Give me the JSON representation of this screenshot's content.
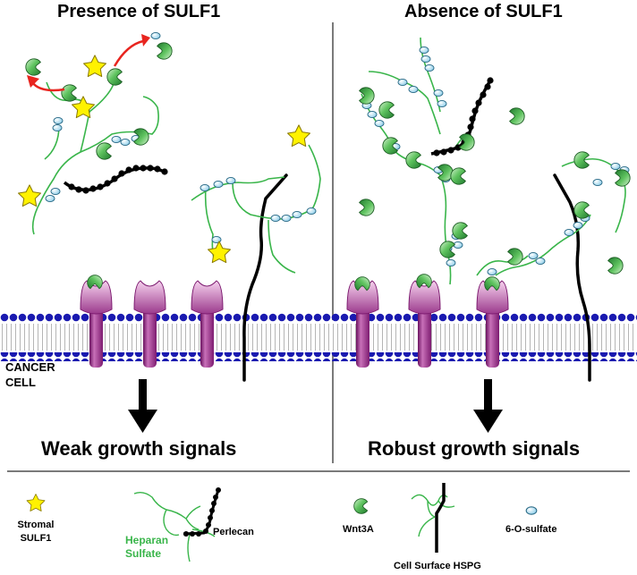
{
  "panels": {
    "left": {
      "title": "Presence of SULF1",
      "signal": "Weak growth signals"
    },
    "right": {
      "title": "Absence of SULF1",
      "signal": "Robust growth signals"
    }
  },
  "cell_label": {
    "line1": "CANCER",
    "line2": "CELL"
  },
  "legend": {
    "sulf1_line1": "Stromal",
    "sulf1_line2": "SULF1",
    "hs_line1": "Heparan",
    "hs_line2": "Sulfate",
    "perlecan": "Perlecan",
    "wnt3a": "Wnt3A",
    "hspg": "Cell Surface HSPG",
    "sulfate": "6-O-sulfate"
  },
  "colors": {
    "membrane_head": "#1a1ab0",
    "receptor": "#8b1f7e",
    "wnt": "#3fae49",
    "sulfate": "#a9dcf2",
    "star": "#fff200",
    "heparan_sulfate": "#39b54a",
    "release_arrow": "#e8251f"
  },
  "icons": [
    "star-icon",
    "wnt3a-icon",
    "sulfate-icon",
    "arrow-down-icon"
  ]
}
